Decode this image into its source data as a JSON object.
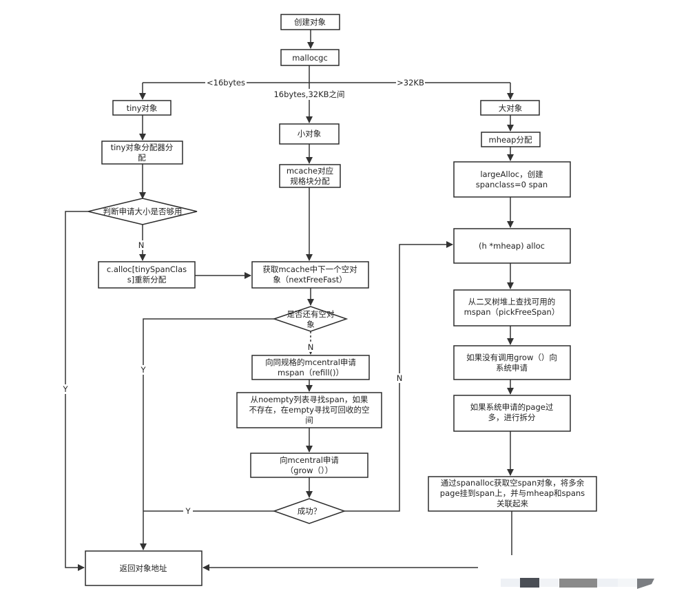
{
  "colors": {
    "stroke": "#2b2b2b",
    "text": "#222222",
    "background": "#ffffff",
    "watermark": [
      "#4a4e55",
      "#8a8a8a",
      "#d9dde4"
    ]
  },
  "nodes": {
    "create": {
      "lines": [
        "创建对象"
      ]
    },
    "mallocgc": {
      "lines": [
        "mallocgc"
      ]
    },
    "tiny": {
      "lines": [
        "tiny对象"
      ]
    },
    "tinyalloc": {
      "lines": [
        "tiny对象分配器分",
        "配"
      ]
    },
    "judge": {
      "lines": [
        "判断申请大小是否够用"
      ]
    },
    "calloc": {
      "lines": [
        "c.alloc[tinySpanClas",
        "s]重新分配"
      ]
    },
    "small": {
      "lines": [
        "小对象"
      ]
    },
    "mcache": {
      "lines": [
        "mcache对应",
        "规格块分配"
      ]
    },
    "next": {
      "lines": [
        "获取mcache中下一个空对",
        "象（nextFreeFast）"
      ]
    },
    "hasfree": {
      "lines": [
        "是否还有空对",
        "象"
      ]
    },
    "refill": {
      "lines": [
        "向同规格的mcentral申请",
        "mspan（refill()）"
      ]
    },
    "noempty": {
      "lines": [
        "从noempty列表寻找span，如果",
        "不存在，在empty寻找可回收的空",
        "间"
      ]
    },
    "grow": {
      "lines": [
        "向mcentral申请",
        "（grow（））"
      ]
    },
    "success": {
      "lines": [
        "成功？"
      ]
    },
    "large": {
      "lines": [
        "大对象"
      ]
    },
    "mheap": {
      "lines": [
        "mheap分配"
      ]
    },
    "largealloc": {
      "lines": [
        "largeAlloc，创建",
        "spanclass=0 span"
      ]
    },
    "halloc": {
      "lines": [
        "(h *mheap) alloc"
      ]
    },
    "pick": {
      "lines": [
        "从二叉树堆上查找可用的",
        "mspan（pickFreeSpan）"
      ]
    },
    "nogrow": {
      "lines": [
        "如果没有调用grow（）向",
        "系统申请"
      ]
    },
    "toomuch": {
      "lines": [
        "如果系统申请的page过",
        "多，进行拆分"
      ]
    },
    "spanalloc": {
      "lines": [
        "通过spanalloc获取空span对象，将多余",
        "page挂到span上，并与mheap和spans",
        "关联起来"
      ]
    },
    "ret": {
      "lines": [
        "返回对象地址"
      ]
    }
  },
  "edge_labels": {
    "lt16": "<16bytes",
    "mid": "16bytes,32KB之间",
    "gt32": ">32KB",
    "judge_n": "N",
    "judge_y": "Y",
    "hasfree_n": "N",
    "hasfree_y": "Y",
    "success_y": "Y",
    "success_n": "N"
  }
}
